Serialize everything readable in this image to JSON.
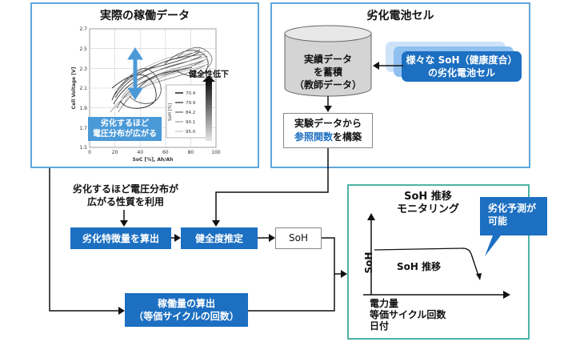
{
  "panel_left": {
    "title": "実際の稼働データ",
    "callout_line1": "劣化するほど",
    "callout_line2": "電圧分布が広がる",
    "y_axis_label": "Cell Voltage [V]",
    "x_axis_label": "SoC [%], Ah/Ah",
    "y_ticks": [
      "2.7",
      "2.5",
      "2.3",
      "2.1",
      "1.9",
      "1.7",
      "1.5"
    ],
    "x_ticks": [
      "0",
      "20",
      "40",
      "60",
      "80",
      "100"
    ],
    "legend_title": "健全性低下",
    "legend_axis_label": "SoH [%]",
    "legend_values": [
      "70.4",
      "79.9",
      "84.2",
      "90.1",
      "95.0"
    ]
  },
  "panel_right": {
    "title": "劣化電池セル",
    "cylinder_line1": "実績データ",
    "cylinder_line2": "を蓄積",
    "cylinder_line3": "（教師データ）",
    "stack_line1": "様々な SoH（健康度合）",
    "stack_line2": "の劣化電池セル",
    "build_line1": "実験データから",
    "build_highlight": "参照関数",
    "build_line2_rest": "を構築"
  },
  "flow": {
    "property_line1": "劣化するほど電圧分布が",
    "property_line2": "広がる性質を利用",
    "feature_calc": "劣化特徴量を算出",
    "health_estimate": "健全度推定",
    "soh": "SoH",
    "usage_line1": "稼働量の算出",
    "usage_line2": "（等価サイクルの回数）"
  },
  "panel_bottom": {
    "title_line1": "SoH 推移",
    "title_line2": "モニタリング",
    "bubble_line1": "劣化予測が",
    "bubble_line2": "可能",
    "y_label": "SoH",
    "curve_label": "SoH 推移",
    "x_label_line1": "電力量",
    "x_label_line2": "等価サイクル回数",
    "x_label_line3": "日付"
  },
  "colors": {
    "panel_border": "#5ea7db",
    "bottom_border": "#4db3a4",
    "blue_box": "#1c6fc1",
    "light_blue": "#8fc0f0"
  }
}
